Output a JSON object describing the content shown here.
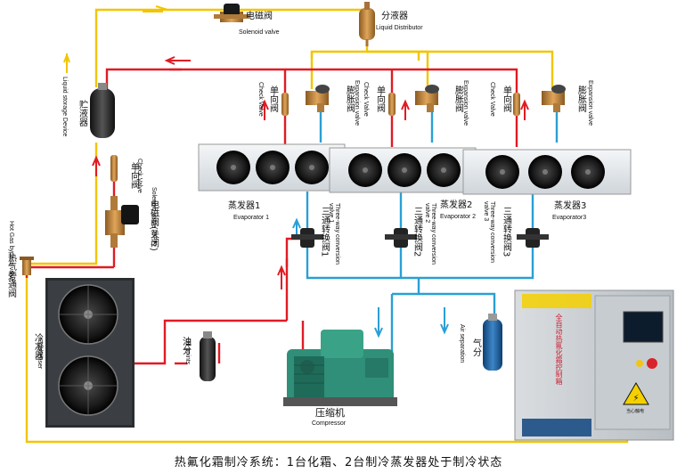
{
  "labels": {
    "solenoid_top_cn": "电磁阀",
    "solenoid_top_en": "Solenoid valve",
    "distributor_cn": "分液器",
    "distributor_en": "Liquid Distributor",
    "receiver_cn": "贮液器",
    "receiver_en": "Liquid storage Device",
    "check_left_cn": "单向阀",
    "check_left_en": "Check Valve",
    "solenoid_off_cn": "电磁阀(关闭)",
    "solenoid_off_en": "Solenoid valve (OFF)",
    "hotgas_cn": "热气旁通阀",
    "hotgas_en": "Hot Gas bypass valve",
    "condenser_cn": "冷凝器",
    "condenser_en": "Condenser",
    "oil_cn": "油分",
    "oil_en": "Oil points",
    "compressor_cn": "压缩机",
    "compressor_en": "Compressor",
    "air_sep_cn": "气分",
    "air_sep_en": "Air separation",
    "check1_cn": "单向阀",
    "check1_en": "Check Valve",
    "check2_cn": "单向阀",
    "check2_en": "Check Valve",
    "check3_cn": "单向阀",
    "check3_en": "Check Valve",
    "exp1_cn": "膨胀阀",
    "exp1_en": "Expansion valve",
    "exp2_cn": "膨胀阀",
    "exp2_en": "Expansion valve",
    "exp3_cn": "膨胀阀",
    "exp3_en": "Expansion valve",
    "evap1_cn": "蒸发器1",
    "evap1_en": "Evaporator 1",
    "evap2_cn": "蒸发器2",
    "evap2_en": "Evaporator 2",
    "evap3_cn": "蒸发器3",
    "evap3_en": "Evaporator3",
    "tw1_cn": "三通转换阀1",
    "tw1_en": "Three-way conversion valve 1",
    "tw2_cn": "三通转换阀2",
    "tw2_en": "Three-way conversion valve 2",
    "tw3_cn": "三通转换阀3",
    "tw3_en": "Three-way conversion valve 3"
  },
  "panel": {
    "title_cn": "全自动热氟化霜控制箱",
    "warning_cn": "当心触电"
  },
  "caption": "热氟化霜制冷系统：1台化霜、2台制冷蒸发器处于制冷状态",
  "colors": {
    "hot_gas_line": "#e01b24",
    "liquid_line": "#f2c500",
    "suction_line": "#2a9fd6",
    "frame": "#c8c8c8"
  }
}
